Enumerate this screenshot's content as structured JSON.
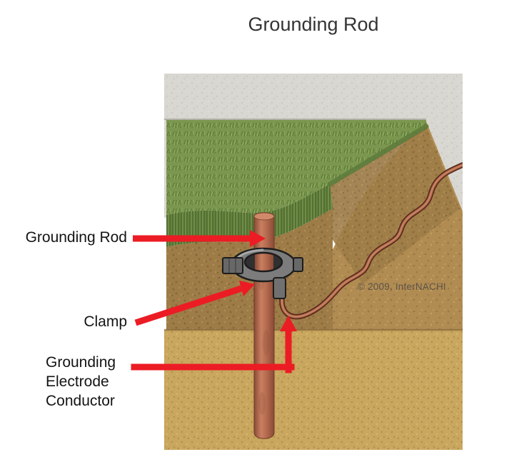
{
  "title": "Grounding Rod",
  "labels": {
    "grounding_rod": "Grounding Rod",
    "clamp": "Clamp",
    "conductor": "Grounding Electrode Conductor"
  },
  "copyright": "© 2009, InterNACHI",
  "colors": {
    "arrow_red": "#ec1c24",
    "grass_top": "#7b974f",
    "grass_side": "#64823e",
    "soil_dark": "#9e7c47",
    "soil_slope": "#b18c52",
    "sand": "#c9a75e",
    "concrete": "#d9d7d1",
    "rod_copper": "#b76c50",
    "wire_copper": "#b26a4c",
    "clamp_gray": "#7c7c7c",
    "title_color": "#343434",
    "label_color": "#141414",
    "copyright_color": "#5c5348"
  }
}
